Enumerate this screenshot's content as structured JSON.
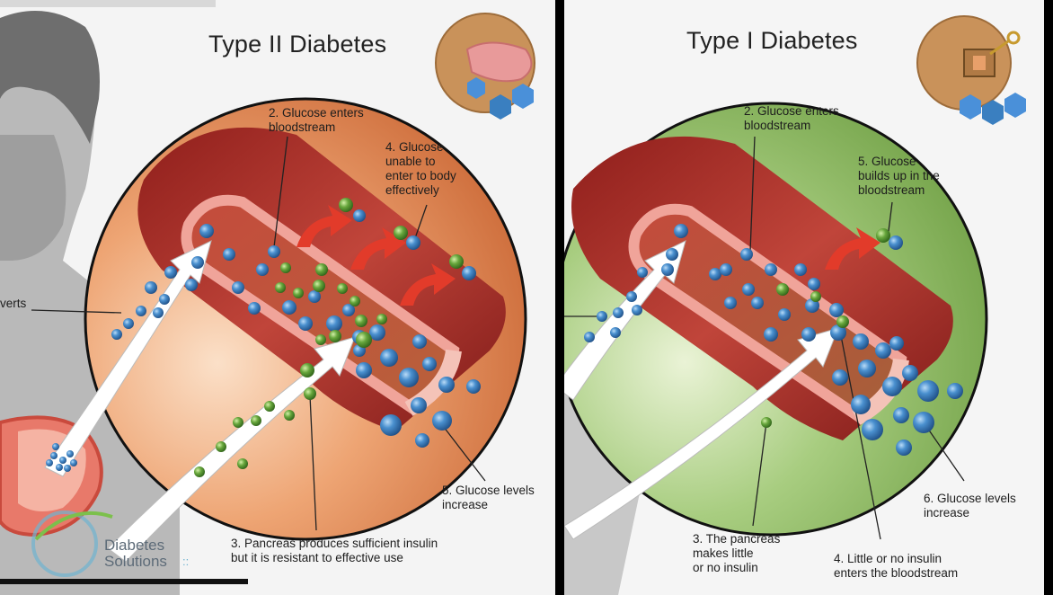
{
  "panels": {
    "type2": {
      "title": "Type II Diabetes",
      "labels": {
        "glucose_enters": "2. Glucose enters\nbloodstream",
        "glucose_unable": "4. Glucose\nunable to\nenter to body\neffectively",
        "glucose_levels": "5. Glucose levels\nincrease",
        "pancreas": "3. Pancreas produces sufficient insulin\nbut it is resistant to effective use",
        "cut_off": "verts"
      }
    },
    "type1": {
      "title": "Type I Diabetes",
      "labels": {
        "glucose_enters": "2. Glucose enters\nbloodstream",
        "glucose_builds": "5. Glucose\nbuilds up in the\nbloodstream",
        "glucose_levels": "6. Glucose levels\nincrease",
        "pancreas": "3. The pancreas\nmakes little\nor no insulin",
        "little_insulin": "4. Little or no insulin\nenters the bloodstream"
      }
    }
  },
  "logo": {
    "text": "Diabetes\nSolutions",
    "mark": "::"
  },
  "colors": {
    "glucose": "#3a7fc0",
    "insulin": "#5fa23a",
    "vessel": "#b5342c",
    "type2_bg": "#e58a55",
    "type1_bg": "#8fbd62",
    "arrow_red": "#e23b2a"
  }
}
